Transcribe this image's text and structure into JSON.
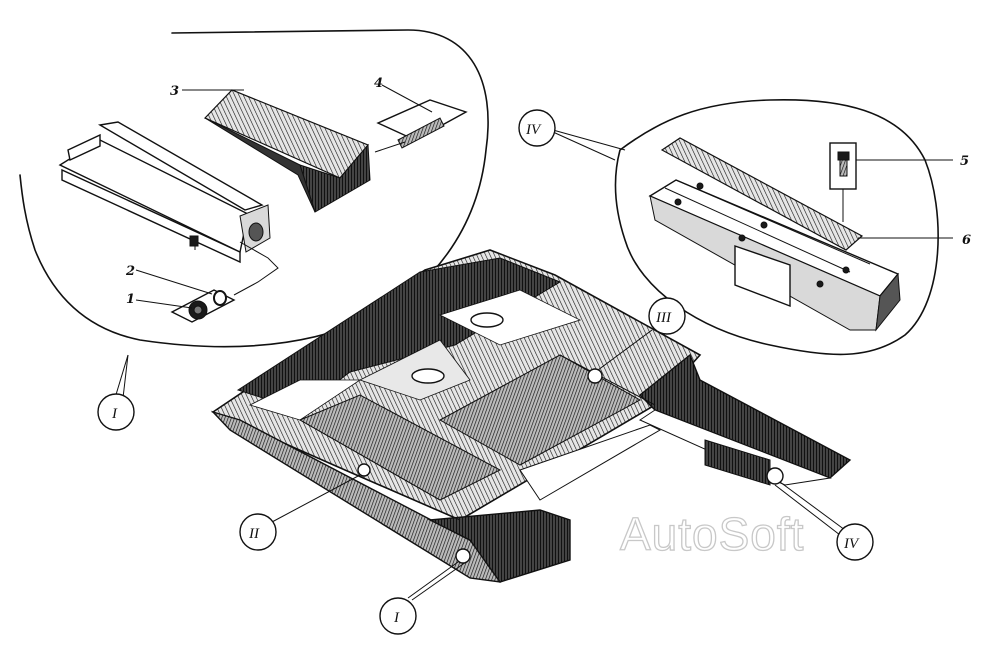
{
  "callouts": {
    "part_1": "1",
    "part_2": "2",
    "part_3": "3",
    "part_4": "4",
    "part_5": "5",
    "part_6": "6",
    "view_I_detail": "I",
    "view_IV_detail": "IV",
    "view_I_main": "I",
    "view_II_main": "II",
    "view_III_main": "III",
    "view_IV_main": "IV"
  },
  "watermark": "AutoSoft",
  "colors": {
    "ink": "#111111",
    "paper": "#ffffff",
    "watermark_outline": "#c8c8c8"
  }
}
